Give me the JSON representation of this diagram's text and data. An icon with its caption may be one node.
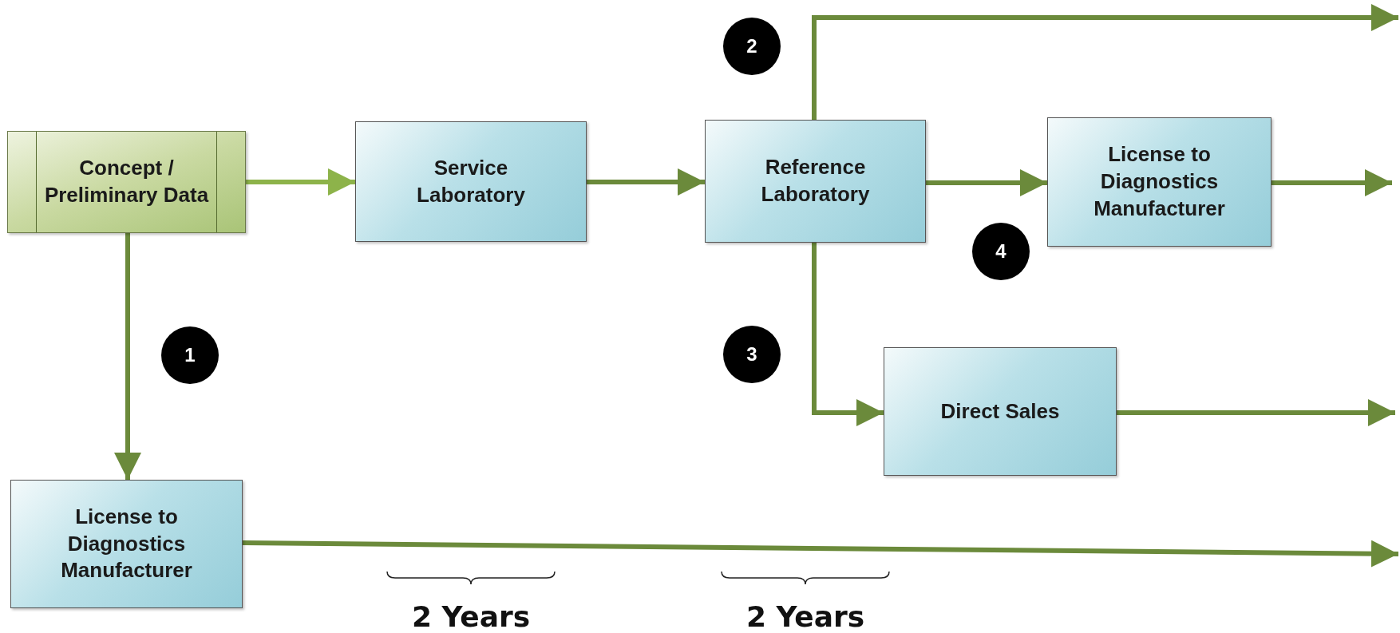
{
  "diagram": {
    "nodes": [
      {
        "text": [
          "Concept / Preliminary Data"
        ]
      },
      {
        "text": [
          "Service Laboratory"
        ]
      },
      {
        "text": [
          "Reference Laboratory"
        ]
      },
      {
        "text": [
          "License to Diagnostics Manufacturer"
        ]
      },
      {
        "text": [
          "Direct Sales"
        ]
      },
      {
        "text": [
          "License to Diagnostics Manufacturer"
        ]
      }
    ],
    "edges": [
      {
        "from": 0,
        "to": 1,
        "arrow": "to",
        "color": "#8db34a"
      },
      {
        "from": 1,
        "to": 2,
        "arrow": "to"
      },
      {
        "from": 2,
        "to": 3,
        "arrow": "to"
      },
      {
        "from": 2,
        "to": 4,
        "arrow": "to"
      },
      {
        "from": 2,
        "to": null,
        "arrow": "to"
      },
      {
        "from": 3,
        "to": null,
        "arrow": "to"
      },
      {
        "from": 4,
        "to": null,
        "arrow": "to"
      },
      {
        "from": 0,
        "to": 5,
        "arrow": "to"
      },
      {
        "from": 5,
        "to": null,
        "arrow": "to"
      }
    ],
    "labels": [
      "2",
      "4",
      "1",
      "3",
      "2 Years",
      "2 Years"
    ]
  }
}
